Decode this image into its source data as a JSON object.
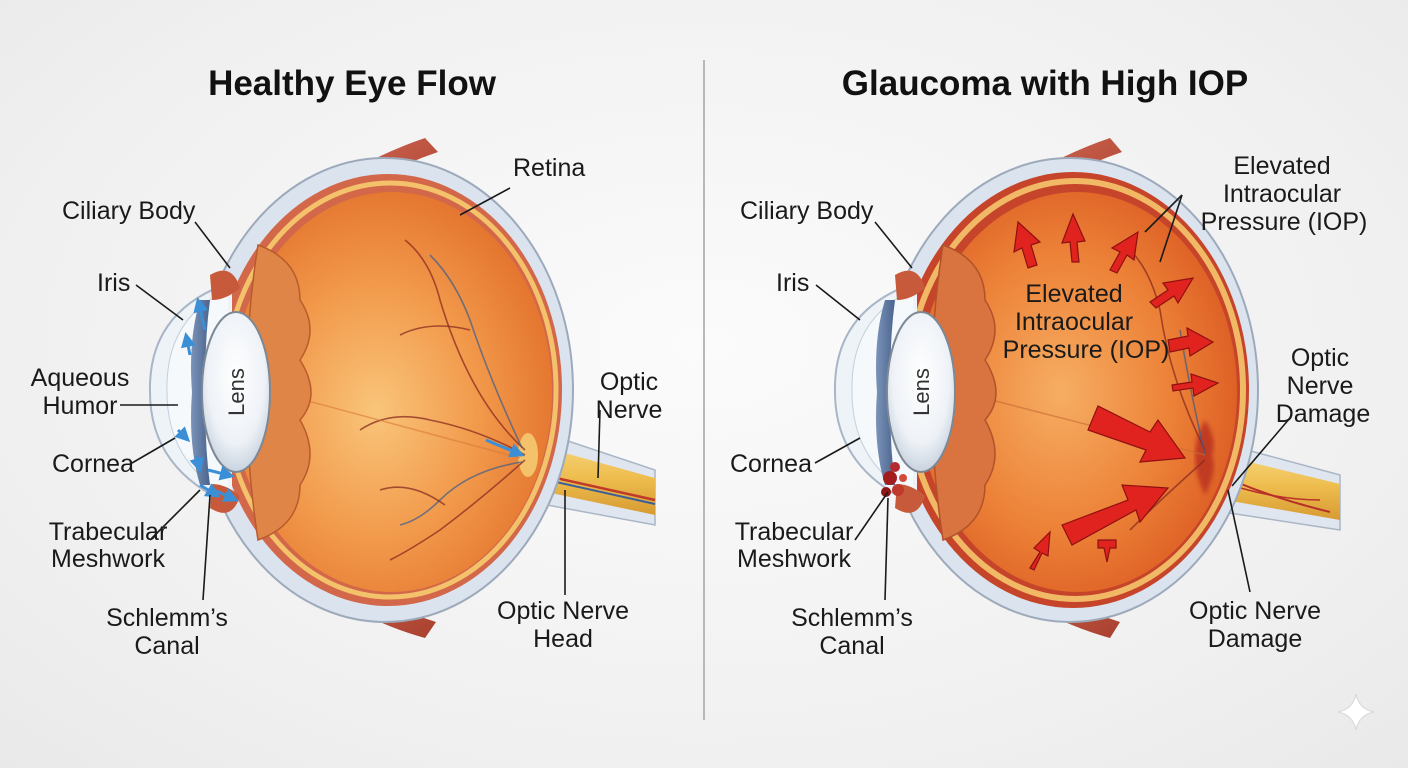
{
  "colors": {
    "background": "#f1f1f1",
    "globe": "#e8762c",
    "sclera": "#dde5ef",
    "retina": "#f2b25a",
    "flow_arrow": "#3b8fd6",
    "pressure_arrow": "#e0231f",
    "nerve": "#f1c155",
    "divider": "#b8b8b8"
  },
  "panels": {
    "healthy": {
      "title": "Healthy Eye Flow",
      "labels": {
        "retina": "Retina",
        "ciliary_body": "Ciliary Body",
        "iris": "Iris",
        "aqueous_humor_1": "Aqueous",
        "aqueous_humor_2": "Humor",
        "lens": "Lens",
        "optic_nerve_1": "Optic",
        "optic_nerve_2": "Nerve",
        "cornea": "Cornea",
        "trabecular_1": "Trabecular",
        "trabecular_2": "Meshwork",
        "schlemm_1": "Schlemm’s",
        "schlemm_2": "Canal",
        "optic_nerve_head_1": "Optic Nerve",
        "optic_nerve_head_2": "Head"
      },
      "icons": [
        "aqueous-flow-arrow-icon"
      ]
    },
    "glaucoma": {
      "title": "Glaucoma with High IOP",
      "labels": {
        "iop_top_1": "Elevated",
        "iop_top_2": "Intraocular",
        "iop_top_3": "Pressure (IOP)",
        "ciliary_body": "Ciliary Body",
        "iris": "Iris",
        "iop_inner_1": "Elevated",
        "iop_inner_2": "Intraocular",
        "iop_inner_3": "Pressure (IOP)",
        "lens": "Lens",
        "optic_damage_right_1": "Optic",
        "optic_damage_right_2": "Nerve",
        "optic_damage_right_3": "Damage",
        "cornea": "Cornea",
        "trabecular_1": "Trabecular",
        "trabecular_2": "Meshwork",
        "schlemm_1": "Schlemm’s",
        "schlemm_2": "Canal",
        "optic_damage_bottom_1": "Optic Nerve",
        "optic_damage_bottom_2": "Damage"
      },
      "icons": [
        "pressure-arrow-icon",
        "blocked-meshwork-icon"
      ]
    }
  },
  "watermark_icon": "sparkle-icon"
}
